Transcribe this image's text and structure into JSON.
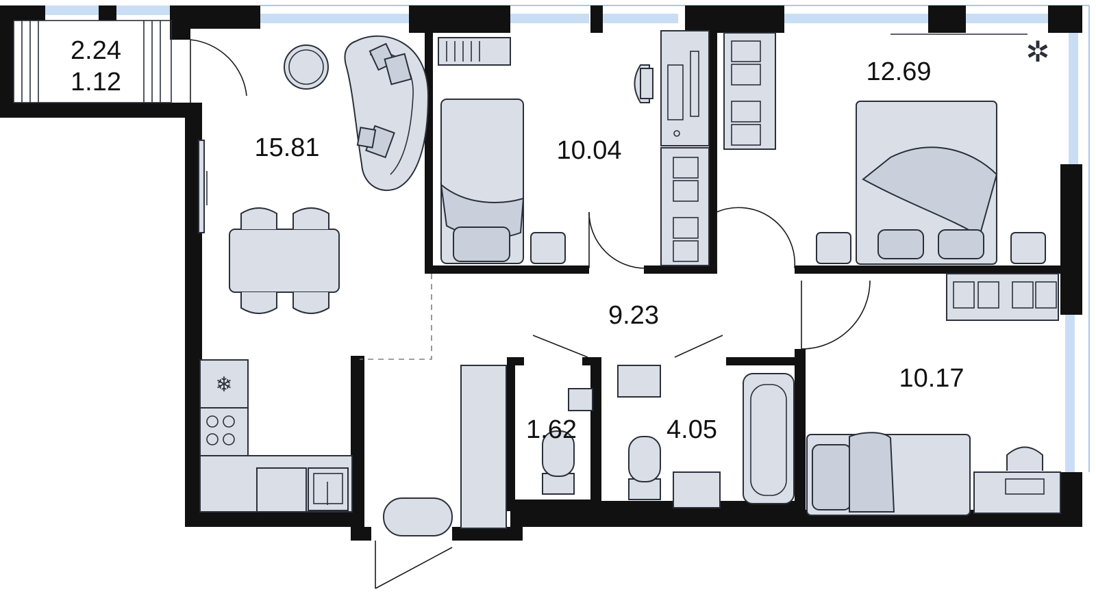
{
  "plan": {
    "rooms": [
      {
        "id": "balcony",
        "area": "2.24",
        "area_secondary": "1.12"
      },
      {
        "id": "living_kitchen",
        "area": "15.81"
      },
      {
        "id": "bedroom_1",
        "area": "10.04"
      },
      {
        "id": "bedroom_2",
        "area": "12.69"
      },
      {
        "id": "hallway",
        "area": "9.23"
      },
      {
        "id": "wc",
        "area": "1.62"
      },
      {
        "id": "bathroom",
        "area": "4.05"
      },
      {
        "id": "bedroom_3",
        "area": "10.17"
      }
    ],
    "colors": {
      "wall": "#111111",
      "window": "#c9def5",
      "furniture": "#d9dee7",
      "text": "#111111"
    }
  }
}
